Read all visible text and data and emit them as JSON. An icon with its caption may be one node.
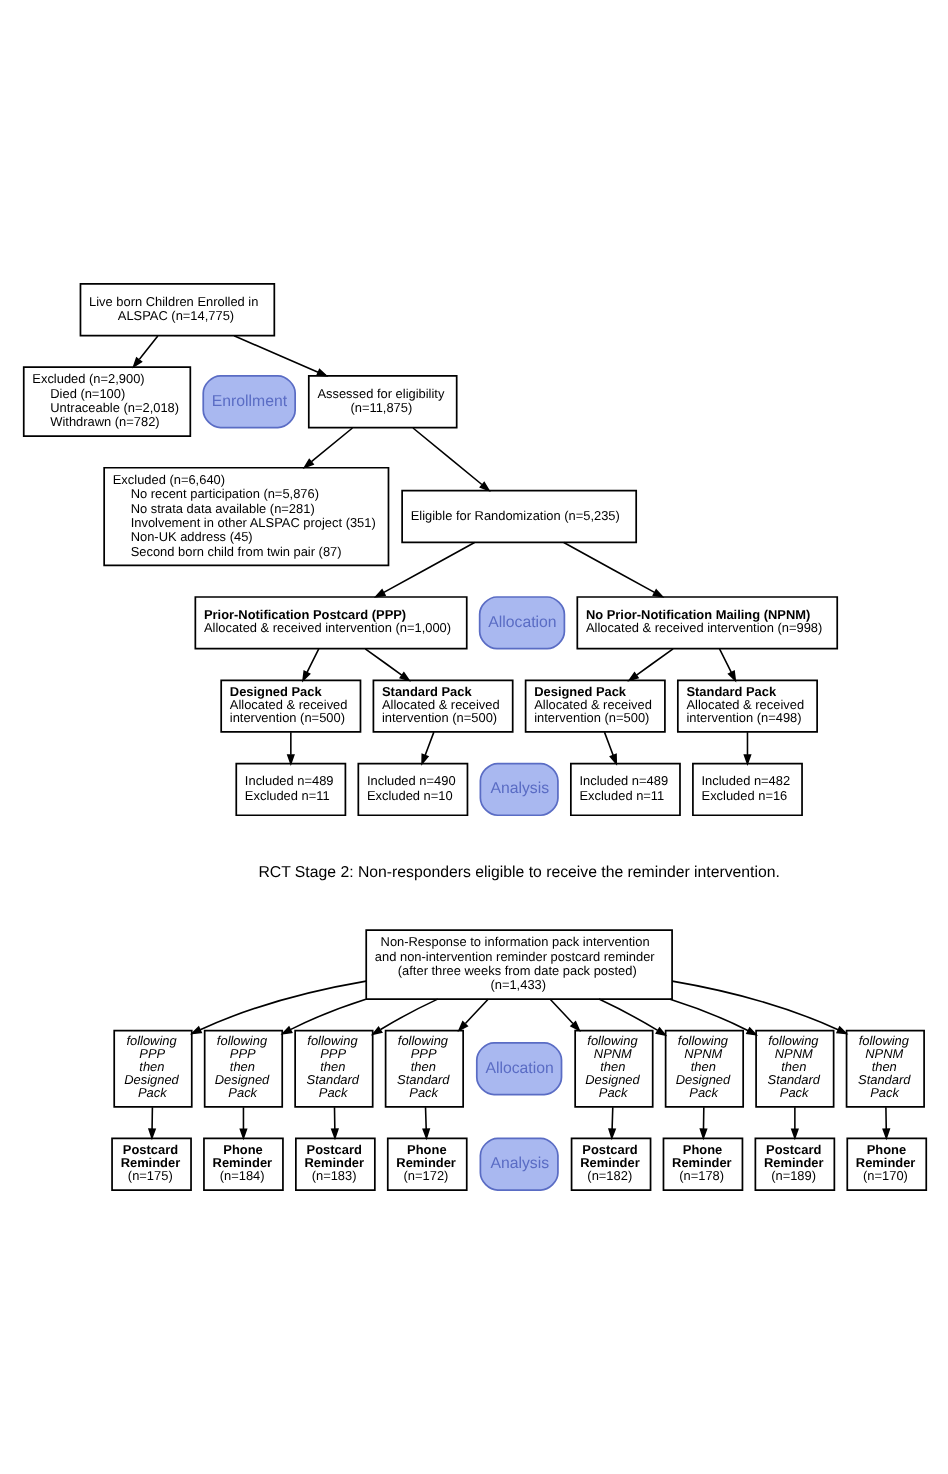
{
  "diagram": {
    "nodes": [
      {
        "text": [
          "Live born Children Enrolled in ALSPAC (n=14,775)"
        ]
      },
      {
        "text": [
          "Excluded (n=2,900)",
          "Died (n=100)",
          "Untraceable (n=2,018)",
          "Withdrawn (n=782)"
        ]
      },
      {
        "text": [
          "Enrollment"
        ]
      },
      {
        "text": [
          "Assessed for eligibility (n=11,875)"
        ]
      },
      {
        "text": [
          "Excluded (n=6,640)",
          "No recent participation (n=5,876)",
          "No strata data available (n=281)",
          "Involvement in other ALSPAC project (351)",
          "Non-UK address (45)",
          "Second born child from twin pair (87)"
        ]
      },
      {
        "text": [
          "Eligible for Randomization (n=5,235)"
        ]
      },
      {
        "text": [
          "Prior-Notification Postcard (PPP)",
          "Allocated & received intervention (n=1,000)"
        ]
      },
      {
        "text": [
          "Allocation"
        ]
      },
      {
        "text": [
          "No Prior-Notification Mailing (NPNM)",
          "Allocated & received intervention (n=998)"
        ]
      },
      {
        "text": [
          "Designed Pack",
          "Allocated & received intervention (n=500)"
        ]
      },
      {
        "text": [
          "Standard Pack",
          "Allocated & received intervention (n=500)"
        ]
      },
      {
        "text": [
          "Designed Pack",
          "Allocated & received intervention (n=500)"
        ]
      },
      {
        "text": [
          "Standard Pack",
          "Allocated & received intervention (n=498)"
        ]
      },
      {
        "text": [
          "Included n=489",
          "Excluded n=11"
        ]
      },
      {
        "text": [
          "Included n=490",
          "Excluded n=10"
        ]
      },
      {
        "text": [
          "Analysis"
        ]
      },
      {
        "text": [
          "Included n=489",
          "Excluded n=11"
        ]
      },
      {
        "text": [
          "Included n=482",
          "Excluded n=16"
        ]
      },
      {
        "text": [
          "Non-Response to information pack intervention and non-intervention reminder postcard reminder (after three weeks from date pack posted) (n=1,433)"
        ]
      },
      {
        "text": [
          "following PPP then Designed Pack"
        ]
      },
      {
        "text": [
          "following PPP then Designed Pack"
        ]
      },
      {
        "text": [
          "following PPP then Standard Pack"
        ]
      },
      {
        "text": [
          "following PPP then Standard Pack"
        ]
      },
      {
        "text": [
          "Allocation"
        ]
      },
      {
        "text": [
          "following NPNM then Designed Pack"
        ]
      },
      {
        "text": [
          "following NPNM then Designed Pack"
        ]
      },
      {
        "text": [
          "following NPNM then Standard Pack"
        ]
      },
      {
        "text": [
          "following NPNM then Standard Pack"
        ]
      },
      {
        "text": [
          "Postcard Reminder",
          "(n=175)"
        ]
      },
      {
        "text": [
          "Phone Reminder",
          "(n=184)"
        ]
      },
      {
        "text": [
          "Postcard Reminder",
          "(n=183)"
        ]
      },
      {
        "text": [
          "Phone Reminder",
          "(n=172)"
        ]
      },
      {
        "text": [
          "Analysis"
        ]
      },
      {
        "text": [
          "Postcard Reminder",
          "(n=182)"
        ]
      },
      {
        "text": [
          "Phone Reminder",
          "(n=178)"
        ]
      },
      {
        "text": [
          "Postcard Reminder",
          "(n=189)"
        ]
      },
      {
        "text": [
          "Phone Reminder",
          "(n=170)"
        ]
      }
    ],
    "edges": [
      {
        "from": 0,
        "to": 1,
        "arrow": "to"
      },
      {
        "from": 0,
        "to": 3,
        "arrow": "to"
      },
      {
        "from": 3,
        "to": 4,
        "arrow": "to"
      },
      {
        "from": 3,
        "to": 5,
        "arrow": "to"
      },
      {
        "from": 5,
        "to": 6,
        "arrow": "to"
      },
      {
        "from": 5,
        "to": 8,
        "arrow": "to"
      },
      {
        "from": 6,
        "to": 9,
        "arrow": "to"
      },
      {
        "from": 6,
        "to": 10,
        "arrow": "to"
      },
      {
        "from": 8,
        "to": 11,
        "arrow": "to"
      },
      {
        "from": 8,
        "to": 12,
        "arrow": "to"
      },
      {
        "from": 9,
        "to": 13,
        "arrow": "to"
      },
      {
        "from": 10,
        "to": 14,
        "arrow": "to"
      },
      {
        "from": 11,
        "to": 16,
        "arrow": "to"
      },
      {
        "from": 12,
        "to": 17,
        "arrow": "to"
      },
      {
        "from": 18,
        "to": 19,
        "arrow": "to"
      },
      {
        "from": 18,
        "to": 20,
        "arrow": "to"
      },
      {
        "from": 18,
        "to": 21,
        "arrow": "to"
      },
      {
        "from": 18,
        "to": 22,
        "arrow": "to"
      },
      {
        "from": 18,
        "to": 24,
        "arrow": "to"
      },
      {
        "from": 18,
        "to": 25,
        "arrow": "to"
      },
      {
        "from": 18,
        "to": 26,
        "arrow": "to"
      },
      {
        "from": 18,
        "to": 27,
        "arrow": "to"
      },
      {
        "from": 19,
        "to": 28,
        "arrow": "to"
      },
      {
        "from": 20,
        "to": 29,
        "arrow": "to"
      },
      {
        "from": 21,
        "to": 30,
        "arrow": "to"
      },
      {
        "from": 22,
        "to": 31,
        "arrow": "to"
      },
      {
        "from": 24,
        "to": 33,
        "arrow": "to"
      },
      {
        "from": 25,
        "to": 34,
        "arrow": "to"
      },
      {
        "from": 26,
        "to": 35,
        "arrow": "to"
      },
      {
        "from": 27,
        "to": 36,
        "arrow": "to"
      }
    ],
    "labels": [
      "RCT Stage 2: Non-responders eligible to receive the reminder intervention."
    ]
  }
}
